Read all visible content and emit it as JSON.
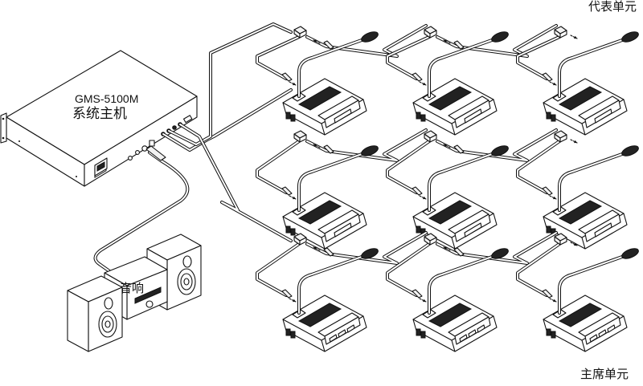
{
  "diagram": {
    "title": "Conference system connection diagram",
    "host": {
      "model": "GMS-5100M",
      "name": "系统主机"
    },
    "audio": {
      "name": "音响"
    },
    "delegate_label": "代表单元",
    "chairman_label": "主席单元",
    "rows": [
      {
        "role": "delegate",
        "units": 3,
        "cable": "chain-1"
      },
      {
        "role": "delegate",
        "units": 3,
        "cable": "chain-2"
      },
      {
        "role": "chairman",
        "units": 3,
        "cable": "chain-3"
      }
    ],
    "colors": {
      "line": "#111111",
      "background": "#ffffff",
      "speaker_grille": "#222222"
    }
  }
}
